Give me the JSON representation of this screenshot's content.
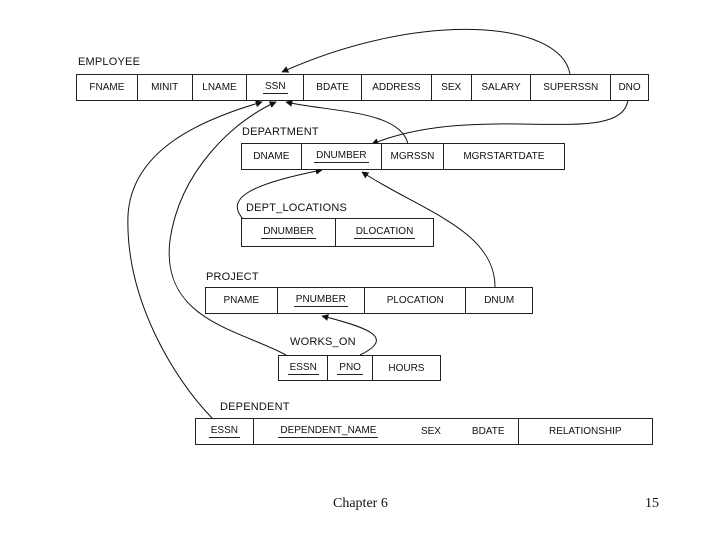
{
  "tables": {
    "employee": {
      "name": "EMPLOYEE",
      "attributes": [
        "FNAME",
        "MINIT",
        "LNAME",
        "SSN",
        "BDATE",
        "ADDRESS",
        "SEX",
        "SALARY",
        "SUPERSSN",
        "DNO"
      ],
      "primary_key": [
        "SSN"
      ]
    },
    "department": {
      "name": "DEPARTMENT",
      "attributes": [
        "DNAME",
        "DNUMBER",
        "MGRSSN",
        "MGRSTARTDATE"
      ],
      "primary_key": [
        "DNUMBER"
      ]
    },
    "dept_locations": {
      "name": "DEPT_LOCATIONS",
      "attributes": [
        "DNUMBER",
        "DLOCATION"
      ],
      "primary_key": [
        "DNUMBER",
        "DLOCATION"
      ]
    },
    "project": {
      "name": "PROJECT",
      "attributes": [
        "PNAME",
        "PNUMBER",
        "PLOCATION",
        "DNUM"
      ],
      "primary_key": [
        "PNUMBER"
      ]
    },
    "works_on": {
      "name": "WORKS_ON",
      "attributes": [
        "ESSN",
        "PNO",
        "HOURS"
      ],
      "primary_key": [
        "ESSN",
        "PNO"
      ]
    },
    "dependent": {
      "name": "DEPENDENT",
      "attributes": [
        "ESSN",
        "DEPENDENT_NAME",
        "SEX",
        "BDATE",
        "RELATIONSHIP"
      ],
      "primary_key": [
        "ESSN",
        "DEPENDENT_NAME"
      ]
    }
  },
  "footer": {
    "chapter": "Chapter 6",
    "page": "15"
  }
}
